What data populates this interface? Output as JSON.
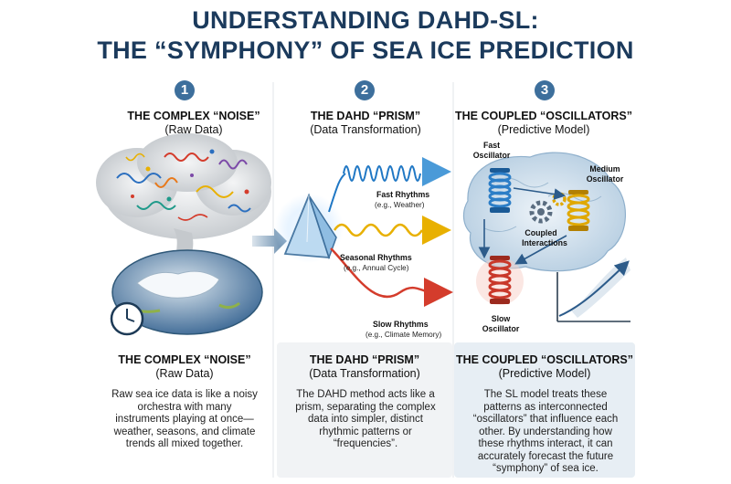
{
  "title": {
    "line1": "UNDERSTANDING DAHD-SL:",
    "line2": "THE “SYMPHONY” OF SEA ICE PREDICTION"
  },
  "steps": [
    {
      "number": "1",
      "heading": "THE COMPLEX “NOISE”",
      "subheading": "(Raw Data)",
      "description": "Raw sea ice data is like a noisy orchestra with many instruments playing at once—weather, seasons, and climate trends all mixed together."
    },
    {
      "number": "2",
      "heading": "THE DAHD “PRISM”",
      "subheading": "(Data Transformation)",
      "description": "The DAHD method acts like a prism, separating the complex data into simpler, distinct rhythmic patterns or “frequencies”."
    },
    {
      "number": "3",
      "heading": "THE COUPLED “OSCILLATORS”",
      "subheading": "(Predictive Model)",
      "description": "The SL model treats these patterns as interconnected “oscillators” that influence each other. By understanding how these rhythms interact, it can accurately forecast the future “symphony” of sea ice."
    }
  ],
  "rhythms": [
    {
      "name": "Fast Rhythms",
      "example": "(e.g., Weather)",
      "color": "#1f77c4"
    },
    {
      "name": "Seasonal Rhythms",
      "example": "(e.g., Annual Cycle)",
      "color": "#e8b000"
    },
    {
      "name": "Slow Rhythms",
      "example": "(e.g., Climate Memory)",
      "color": "#d43c2c"
    }
  ],
  "oscillators": {
    "fast": [
      "Fast",
      "Oscillator"
    ],
    "medium": [
      "Medium",
      "Oscillator"
    ],
    "slow": [
      "Slow",
      "Oscillator"
    ],
    "coupled": [
      "Coupled",
      "Interactions"
    ]
  },
  "colors": {
    "title": "#1b3a5c",
    "badge": "#3d6f9c",
    "arrow": "#5e85a8"
  }
}
